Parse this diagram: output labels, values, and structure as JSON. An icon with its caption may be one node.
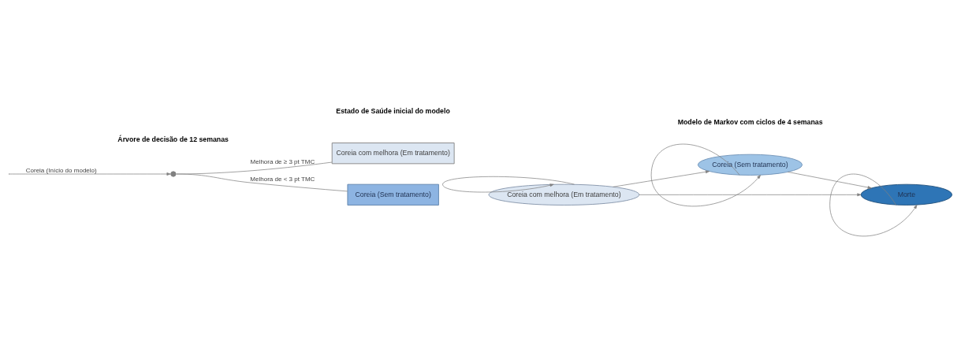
{
  "diagram": {
    "nodes": [
      {
        "text": [],
        "shape": "point"
      },
      {
        "text": [
          "Coreia com melhora (Em tratamento)"
        ]
      },
      {
        "text": [
          "Coreia (Sem tratamento)"
        ]
      },
      {
        "text": [
          "Coreia com melhora (Em tratamento)"
        ]
      },
      {
        "text": [
          "Coreia (Sem tratamento)"
        ]
      },
      {
        "text": [
          "Morte"
        ]
      }
    ],
    "edges": [
      {
        "from": null,
        "to": 0,
        "arrow": "to",
        "label": "Coreia (Início do modelo)"
      },
      {
        "from": 0,
        "to": 1,
        "arrow": "none",
        "label": "Melhora de ≥ 3 pt TMC"
      },
      {
        "from": 0,
        "to": 2,
        "arrow": "none",
        "label": "Melhora de < 3 pt TMC"
      },
      {
        "from": 3,
        "to": 3,
        "arrow": "to"
      },
      {
        "from": 3,
        "to": 4,
        "arrow": "to"
      },
      {
        "from": 3,
        "to": 5,
        "arrow": "to"
      },
      {
        "from": 4,
        "to": 4,
        "arrow": "to"
      },
      {
        "from": 4,
        "to": 5,
        "arrow": "to"
      },
      {
        "from": 5,
        "to": 5,
        "arrow": "to"
      }
    ],
    "labels": [
      "Árvore de decisão de 12 semanas",
      "Estado de Saúde inicial do modelo",
      "Modelo de Markov com ciclos de 4 semanas"
    ]
  }
}
